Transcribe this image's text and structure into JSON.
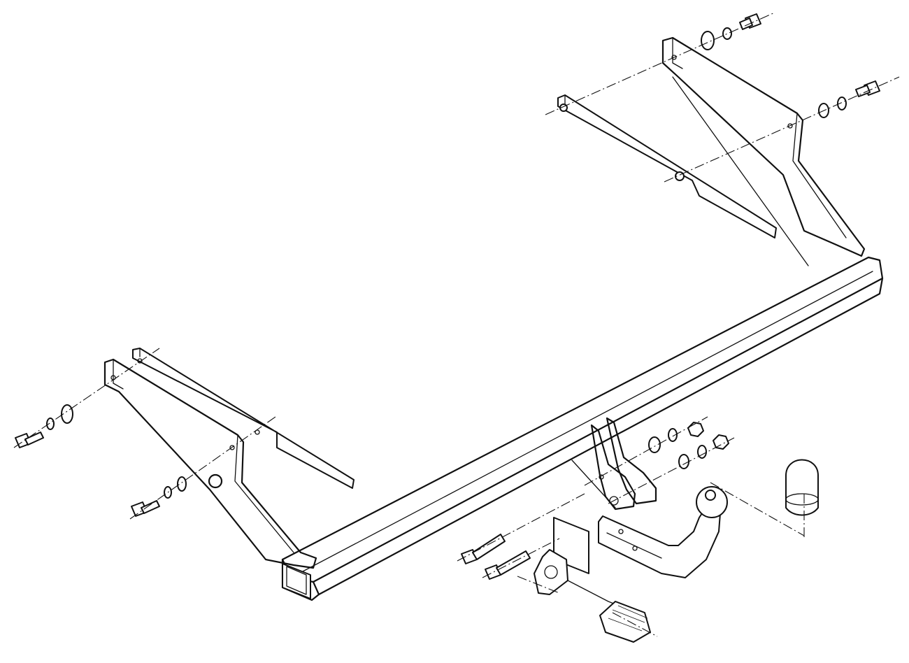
{
  "diagram": {
    "subject": "towbar-exploded-assembly",
    "line_color": "#111111",
    "background": "#ffffff",
    "parts": [
      "crossbar",
      "left-side-bracket",
      "left-mounting-strip",
      "right-side-bracket",
      "right-mounting-strip",
      "tow-bracket-plate",
      "tow-ball-neck",
      "tow-ball-cover-cap",
      "socket-mounting-plate",
      "electrical-socket",
      "bolts",
      "washers",
      "nuts"
    ]
  }
}
